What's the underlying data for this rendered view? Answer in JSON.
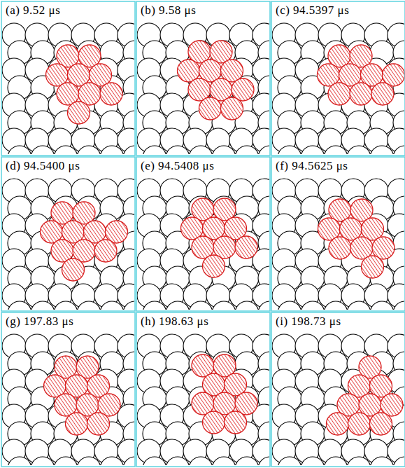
{
  "diagram": {
    "labels": [
      "(a) 9.52 μs",
      "(b) 9.58 μs",
      "(c) 94.5397 μs",
      "(d) 94.5400 μs",
      "(e) 94.5408 μs",
      "(f) 94.5625 μs",
      "(g) 197.83 μs",
      "(h) 198.63 μs",
      "(i) 198.73 μs"
    ]
  }
}
